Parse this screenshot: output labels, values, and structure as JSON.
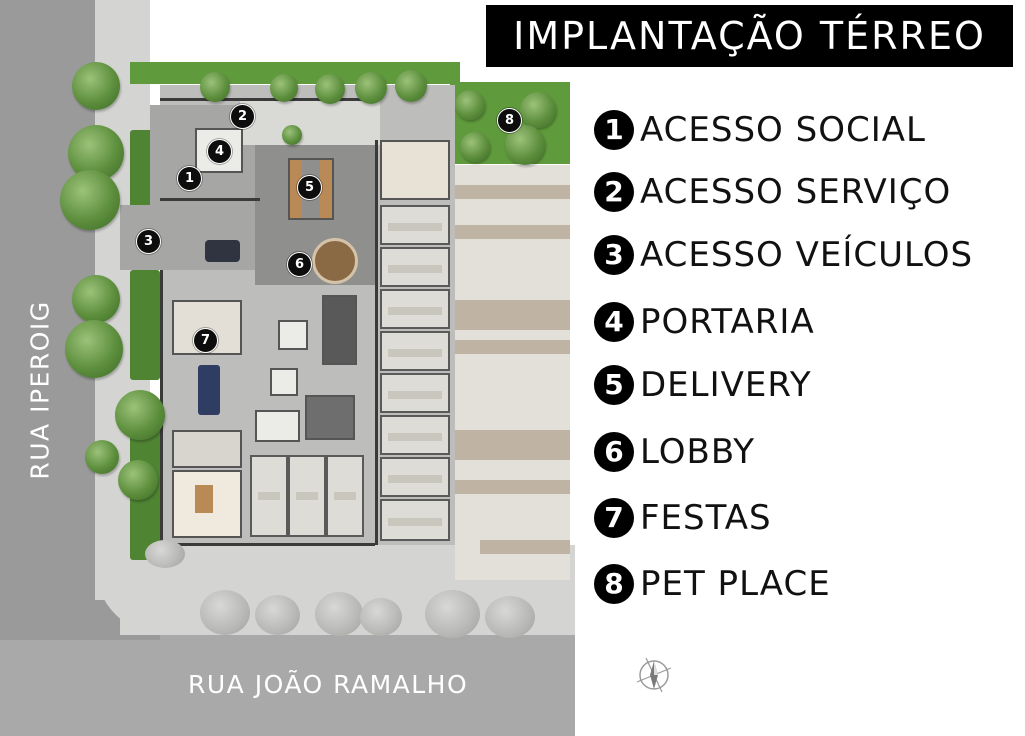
{
  "title": "IMPLANTAÇÃO TÉRREO",
  "streets": {
    "side": "RUA IPEROIG",
    "bottom": "RUA JOÃO RAMALHO"
  },
  "legend": [
    {
      "number": "1",
      "label": "ACESSO SOCIAL"
    },
    {
      "number": "2",
      "label": "ACESSO SERVIÇO"
    },
    {
      "number": "3",
      "label": "ACESSO VEÍCULOS"
    },
    {
      "number": "4",
      "label": "PORTARIA"
    },
    {
      "number": "5",
      "label": "DELIVERY"
    },
    {
      "number": "6",
      "label": "LOBBY"
    },
    {
      "number": "7",
      "label": "FESTAS"
    },
    {
      "number": "8",
      "label": "PET PLACE"
    }
  ],
  "colors": {
    "marker": "#0d0d0d",
    "title_bg": "#000000",
    "street": "#9a9a9a",
    "vegetation": "#5d8f3d"
  },
  "icons": {
    "compass": "north-arrow-icon"
  }
}
